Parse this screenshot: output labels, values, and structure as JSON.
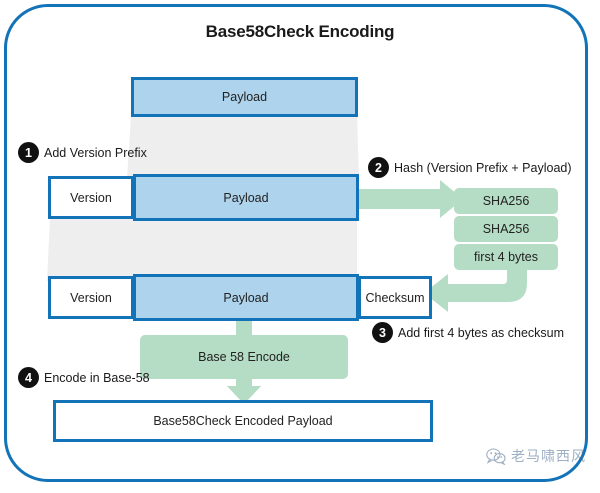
{
  "diagram": {
    "title": "Base58Check Encoding",
    "accent_color": "#1273b8",
    "payload_fill": "#aed3ec",
    "mint_fill": "#b5dcc4",
    "connector_fill": "#eeeeee"
  },
  "rows": {
    "row1": {
      "payload": "Payload"
    },
    "row2": {
      "version": "Version",
      "payload": "Payload"
    },
    "row3": {
      "version": "Version",
      "payload": "Payload",
      "checksum": "Checksum"
    },
    "output": {
      "label": "Base58Check Encoded Payload"
    }
  },
  "hash_stack": {
    "items": [
      {
        "label": "SHA256"
      },
      {
        "label": "SHA256"
      },
      {
        "label": "first 4 bytes"
      }
    ]
  },
  "encode": {
    "label": "Base 58 Encode"
  },
  "steps": [
    {
      "number": "1",
      "caption": "Add Version Prefix"
    },
    {
      "number": "2",
      "caption": "Hash (Version Prefix + Payload)"
    },
    {
      "number": "3",
      "caption": "Add first 4 bytes as checksum"
    },
    {
      "number": "4",
      "caption": "Encode in Base-58"
    }
  ],
  "watermark": {
    "text": "老马啸西风",
    "icon": "wechat-icon"
  }
}
